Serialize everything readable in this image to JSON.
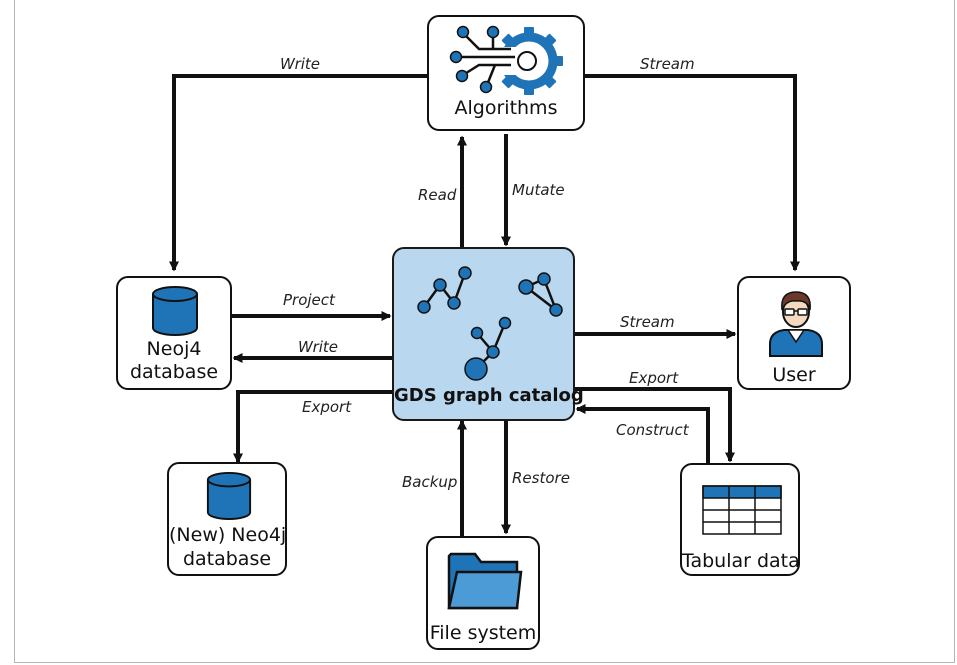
{
  "nodes": {
    "algorithms": {
      "label": "Algorithms",
      "icon": "algorithms-gear-icon"
    },
    "gds": {
      "label": "GDS graph catalog",
      "icon": "graph-network-icon"
    },
    "neo4j": {
      "label_line1": "Neoj4",
      "label_line2": "database",
      "icon": "database-cylinder-icon"
    },
    "new_neo4j": {
      "label_line1": "(New) Neo4j",
      "label_line2": "database",
      "icon": "database-cylinder-icon"
    },
    "user": {
      "label": "User",
      "icon": "user-avatar-icon"
    },
    "file_system": {
      "label": "File system",
      "icon": "folder-icon"
    },
    "tabular": {
      "label": "Tabular data",
      "icon": "table-icon"
    }
  },
  "edges": {
    "alg_write": "Write",
    "alg_stream": "Stream",
    "read": "Read",
    "mutate": "Mutate",
    "project": "Project",
    "db_write": "Write",
    "db_export": "Export",
    "user_stream": "Stream",
    "tab_export": "Export",
    "construct": "Construct",
    "backup": "Backup",
    "restore": "Restore"
  },
  "colors": {
    "node_fill": "#ffffff",
    "gds_fill": "#b9d7ee",
    "icon_blue": "#1f74b8",
    "icon_light_blue": "#4c9ad6",
    "stroke": "#111111"
  }
}
